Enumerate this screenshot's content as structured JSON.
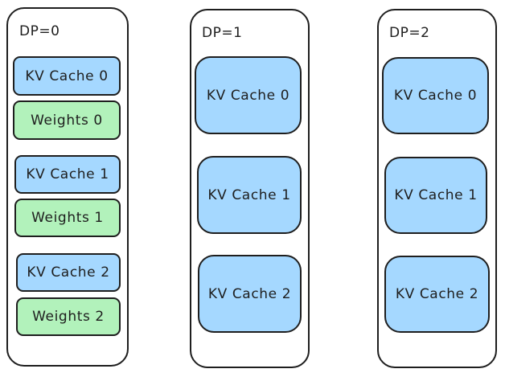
{
  "colors": {
    "kv_cache_fill": "#a5d8ff",
    "weights_fill": "#b2f2bb",
    "stroke": "#1e1e1e",
    "background": "#ffffff"
  },
  "columns": [
    {
      "title": "DP=0",
      "blocks": [
        {
          "label": "KV Cache 0",
          "kind": "kv-cache"
        },
        {
          "label": "Weights 0",
          "kind": "weights"
        },
        {
          "label": "KV Cache 1",
          "kind": "kv-cache"
        },
        {
          "label": "Weights 1",
          "kind": "weights"
        },
        {
          "label": "KV Cache 2",
          "kind": "kv-cache"
        },
        {
          "label": "Weights 2",
          "kind": "weights"
        }
      ]
    },
    {
      "title": "DP=1",
      "blocks": [
        {
          "label": "KV Cache 0",
          "kind": "kv-cache"
        },
        {
          "label": "KV Cache 1",
          "kind": "kv-cache"
        },
        {
          "label": "KV Cache 2",
          "kind": "kv-cache"
        }
      ]
    },
    {
      "title": "DP=2",
      "blocks": [
        {
          "label": "KV Cache 0",
          "kind": "kv-cache"
        },
        {
          "label": "KV Cache 1",
          "kind": "kv-cache"
        },
        {
          "label": "KV Cache 2",
          "kind": "kv-cache"
        }
      ]
    }
  ]
}
